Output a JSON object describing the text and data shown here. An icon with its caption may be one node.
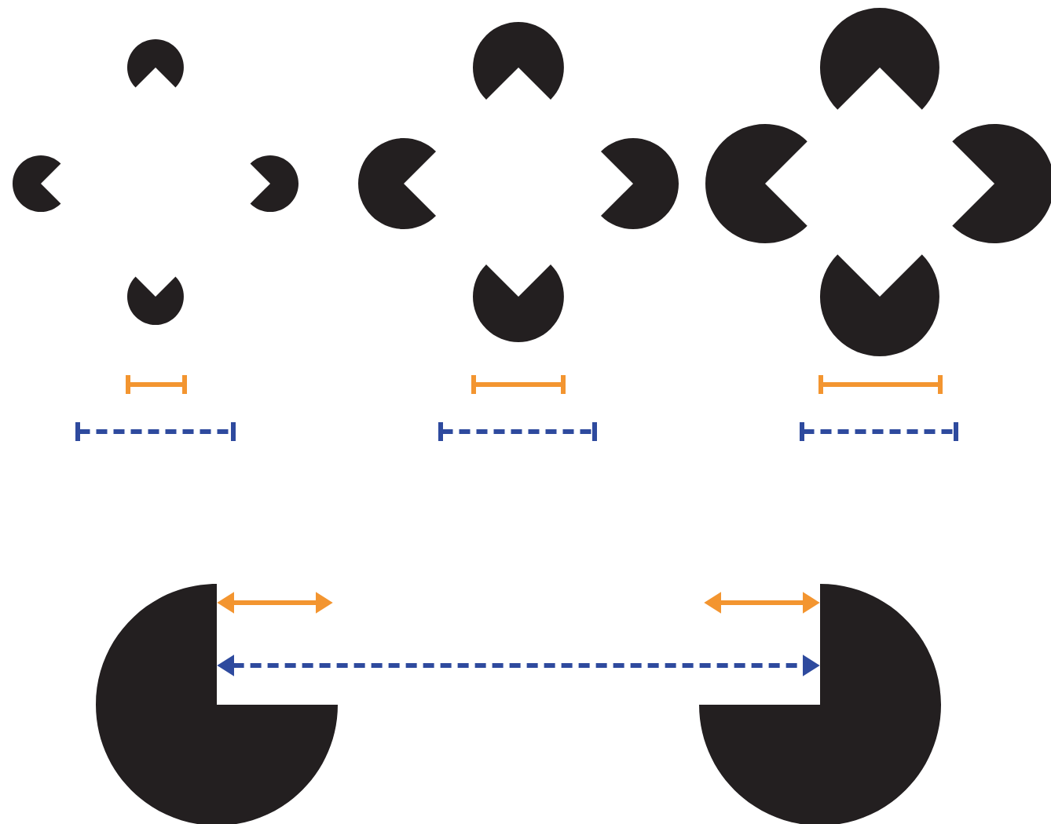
{
  "diagram": {
    "nodes": [
      {
        "text": [],
        "shape": "pacman"
      },
      {
        "text": [],
        "shape": "pacman"
      }
    ],
    "edges": [
      {
        "from": 0,
        "to": null,
        "arrow": "both",
        "color": "#f39530"
      },
      {
        "from": null,
        "to": 1,
        "arrow": "both",
        "color": "#f39530"
      },
      {
        "from": 0,
        "to": 1,
        "arrow": "both",
        "style": "dashed",
        "color": "#2e4a9e"
      }
    ]
  }
}
